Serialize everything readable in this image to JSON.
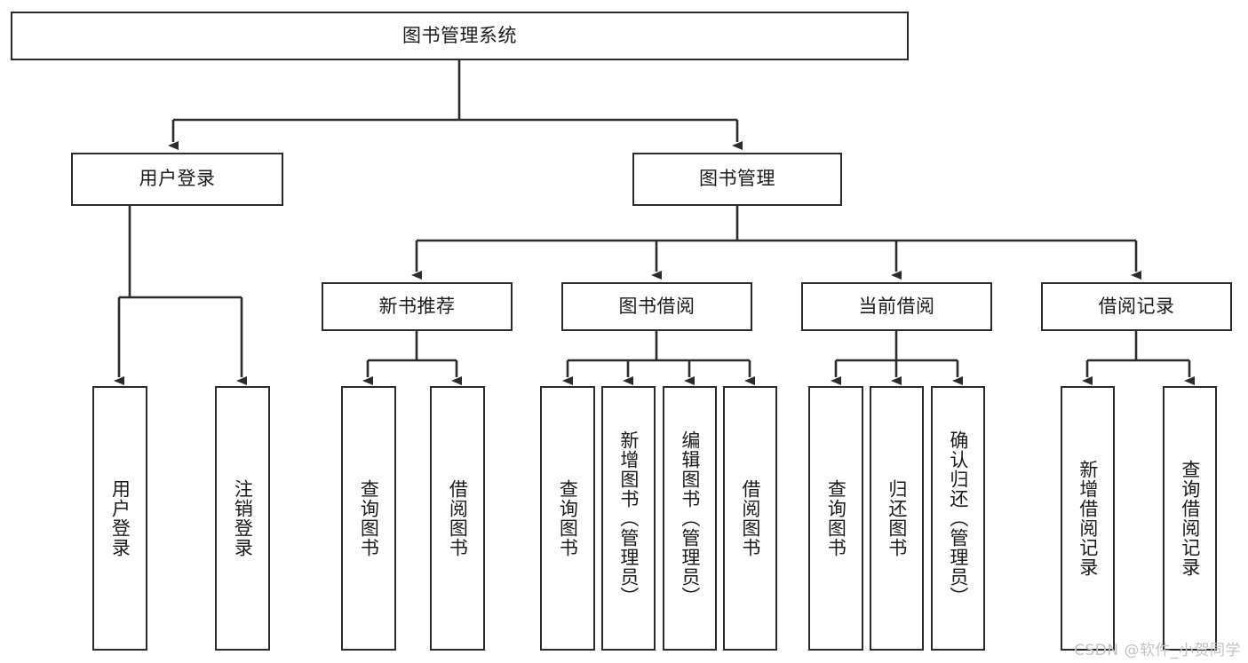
{
  "diagram": {
    "title": "图书管理系统",
    "type": "tree-hierarchy",
    "root": {
      "label": "图书管理系统"
    },
    "level2": [
      {
        "label": "用户登录"
      },
      {
        "label": "图书管理"
      }
    ],
    "level3": [
      {
        "label": "新书推荐"
      },
      {
        "label": "图书借阅"
      },
      {
        "label": "当前借阅"
      },
      {
        "label": "借阅记录"
      }
    ],
    "leaves": {
      "user_login": [
        {
          "label": "用户登录"
        },
        {
          "label": "注销登录"
        }
      ],
      "new_book_recommend": [
        {
          "label": "查询图书"
        },
        {
          "label": "借阅图书"
        }
      ],
      "book_borrow": [
        {
          "label": "查询图书"
        },
        {
          "label": "新增图书（管理员）"
        },
        {
          "label": "编辑图书（管理员）"
        },
        {
          "label": "借阅图书"
        }
      ],
      "current_borrow": [
        {
          "label": "查询图书"
        },
        {
          "label": "归还图书"
        },
        {
          "label": "确认归还（管理员）"
        }
      ],
      "borrow_records": [
        {
          "label": "新增借阅记录"
        },
        {
          "label": "查询借阅记录"
        }
      ]
    }
  },
  "watermark": {
    "text": "CSDN @软件_小贺同学"
  },
  "colors": {
    "stroke": "#2b2b2b",
    "background": "#ffffff",
    "text": "#1a1a1a",
    "watermark": "#c2c2c2"
  }
}
